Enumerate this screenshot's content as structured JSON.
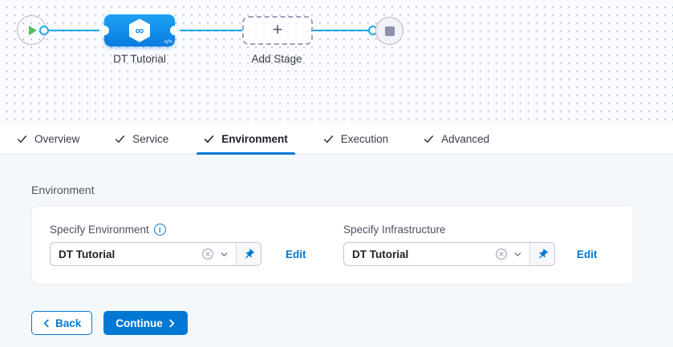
{
  "pipeline": {
    "stage_label": "DT Tutorial",
    "add_stage_label": "Add Stage",
    "stage_icon_glyph": "∞",
    "stage_code_glyph": "</>",
    "add_stage_glyph": "+"
  },
  "tabs": [
    {
      "label": "Overview",
      "completed": true,
      "active": false
    },
    {
      "label": "Service",
      "completed": true,
      "active": false
    },
    {
      "label": "Environment",
      "completed": true,
      "active": true
    },
    {
      "label": "Execution",
      "completed": true,
      "active": false
    },
    {
      "label": "Advanced",
      "completed": true,
      "active": false
    }
  ],
  "environment_section": {
    "title": "Environment",
    "environment_field": {
      "label": "Specify Environment",
      "value": "DT Tutorial",
      "edit_label": "Edit",
      "info_glyph": "i"
    },
    "infrastructure_field": {
      "label": "Specify Infrastructure",
      "value": "DT Tutorial",
      "edit_label": "Edit"
    }
  },
  "footer": {
    "back_label": "Back",
    "continue_label": "Continue"
  },
  "icons": {
    "start": "play-icon",
    "stage": "hexagon-infinity-icon",
    "stage_code": "code-icon",
    "add_stage": "plus-icon",
    "end": "stop-icon",
    "tab_state": "check-icon",
    "field_info": "info-icon",
    "select_clear": "circle-x-icon",
    "select_open": "chevron-down-icon",
    "pin": "pushpin-icon",
    "back": "chevron-left-icon",
    "continue": "chevron-right-icon"
  },
  "colors": {
    "primary_blue": "#0278d5",
    "connector_blue": "#1ea7ee",
    "stage_gradient_top": "#1da2f3",
    "stage_gradient_bottom": "#0b7ce0",
    "play_green": "#57bb5f",
    "canvas_bg": "#f9fbfe",
    "content_bg": "#f5f8fb",
    "label_gray": "#4f5162",
    "value_text": "#22222a"
  }
}
